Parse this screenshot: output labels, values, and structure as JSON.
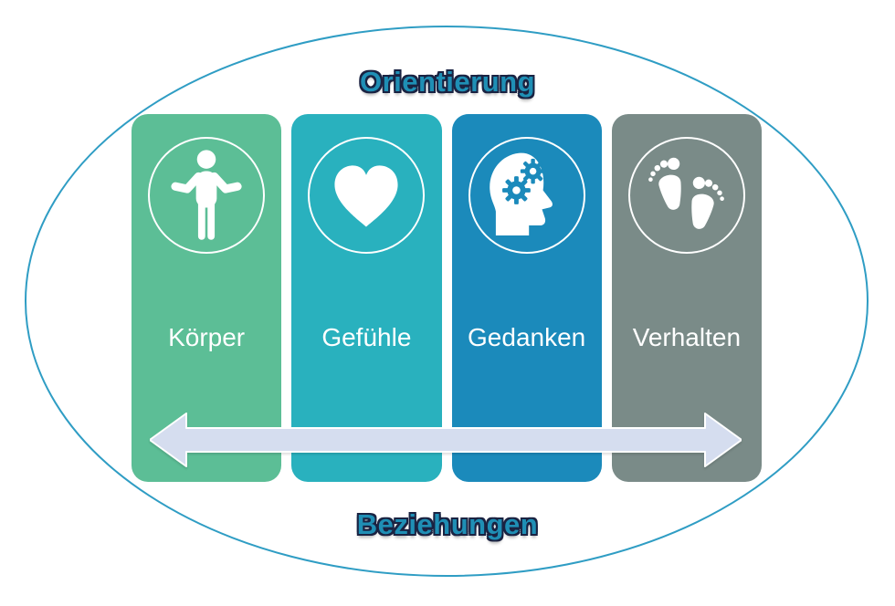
{
  "title": "Orientierung",
  "bottom_label": "Beziehungen",
  "title_color": "#1F8FB5",
  "title_outline_color": "#1A2342",
  "ellipse_stroke": "#2F9DC4",
  "arrow": {
    "direction": "double-headed-horizontal",
    "color": "#D5DDEF"
  },
  "columns": [
    {
      "label": "Körper",
      "icon": "person-arms-open-icon",
      "color": "#5CBE96"
    },
    {
      "label": "Gefühle",
      "icon": "heart-icon",
      "color": "#29B1BE"
    },
    {
      "label": "Gedanken",
      "icon": "head-gears-icon",
      "color": "#1B8ABB"
    },
    {
      "label": "Verhalten",
      "icon": "footprints-icon",
      "color": "#7A8B88"
    }
  ]
}
